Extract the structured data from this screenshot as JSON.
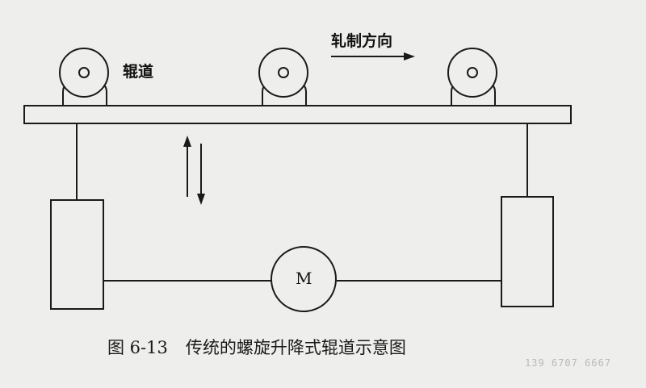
{
  "labels": {
    "roller": "辊道",
    "rolling_direction": "轧制方向",
    "motor": "M"
  },
  "caption": {
    "figure_number": "图 6-13",
    "title": "传统的螺旋升降式辊道示意图"
  },
  "watermark": {
    "phone": "139 6707 6667"
  },
  "colors": {
    "line": "#1a1a1a",
    "background": "#eeeeec"
  }
}
